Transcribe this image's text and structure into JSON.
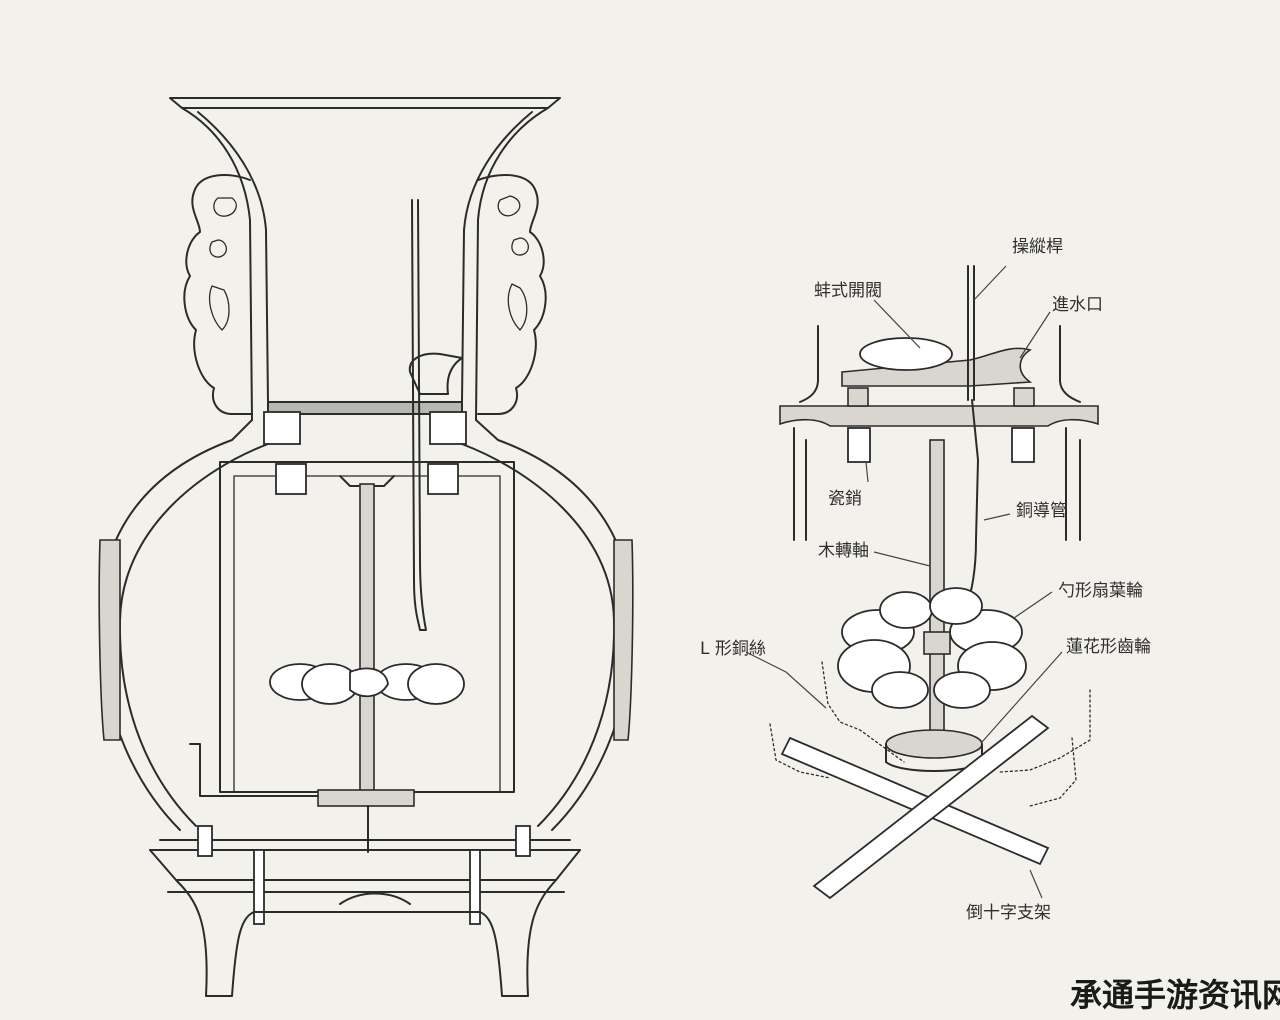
{
  "labels": {
    "pull_rod": "操縱桿",
    "valve": "蚌式開閥",
    "water_inlet": "進水口",
    "porcelain_pin": "瓷銷",
    "copper_pipe": "銅導管",
    "wooden_shaft": "木轉軸",
    "spoon_impeller": "勺形扇葉輪",
    "l_copper_rod": "L 形銅絲",
    "lotus_gear": "蓮花形齒輪",
    "cross_bracket": "倒十字支架"
  },
  "watermark": {
    "text": "承通手游资讯网"
  }
}
